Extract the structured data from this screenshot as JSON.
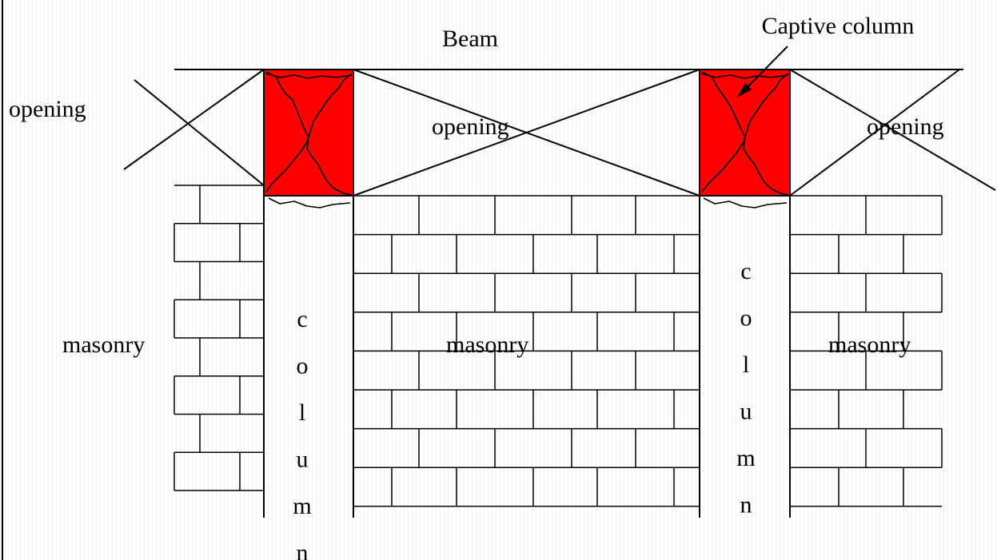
{
  "labels": {
    "beam": "Beam",
    "captive_column": "Captive column",
    "opening_left": "opening",
    "opening_middle": "opening",
    "opening_right": "opening",
    "masonry_left": "masonry",
    "masonry_middle": "masonry",
    "masonry_right": "masonry",
    "column_left": [
      "c",
      "o",
      "l",
      "u",
      "m",
      "n"
    ],
    "column_right": [
      "c",
      "o",
      "l",
      "u",
      "m",
      "n"
    ]
  },
  "colors": {
    "captive_zone": "#ff0000",
    "line": "#000000",
    "background": "#ffffff"
  }
}
